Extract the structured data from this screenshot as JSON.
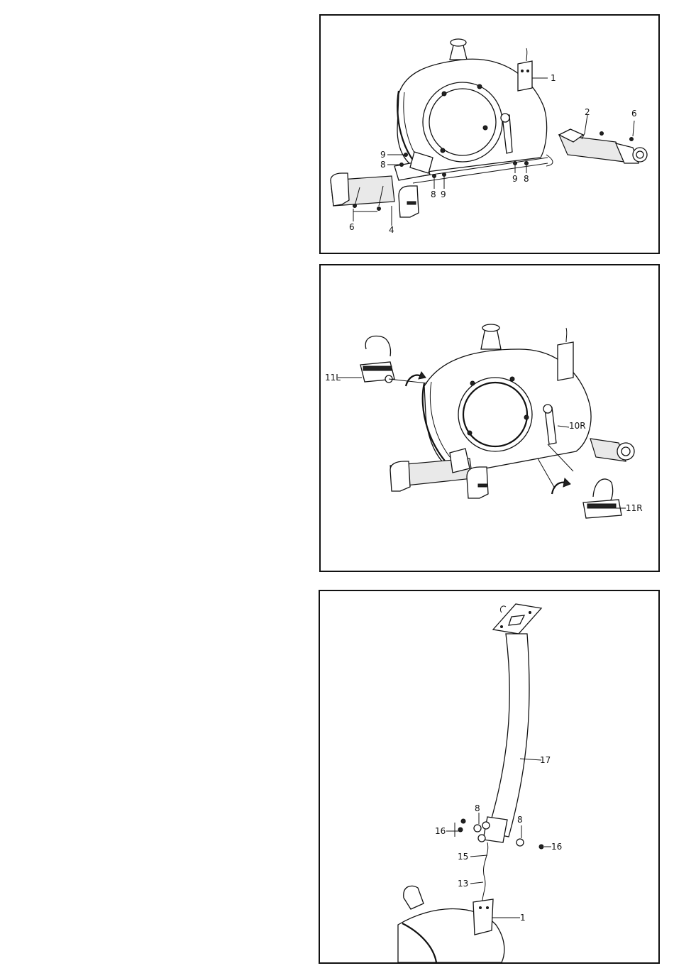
{
  "step1": {
    "labels": {
      "part1": "1",
      "part2": "2",
      "part6a": "6",
      "part6b": "6",
      "part4": "4",
      "part9a": "9",
      "part8a": "8",
      "part8b": "8",
      "part9b": "9",
      "part9c": "9",
      "part8c": "8"
    }
  },
  "step2": {
    "labels": {
      "pedal_left": "11L",
      "crank_right": "10R",
      "pedal_right": "11R"
    }
  },
  "step3": {
    "labels": {
      "part17": "17",
      "part8a": "8",
      "part8b": "8",
      "part16a": "16",
      "part16b": "16",
      "part15": "15",
      "part13": "13",
      "part1": "1"
    }
  }
}
